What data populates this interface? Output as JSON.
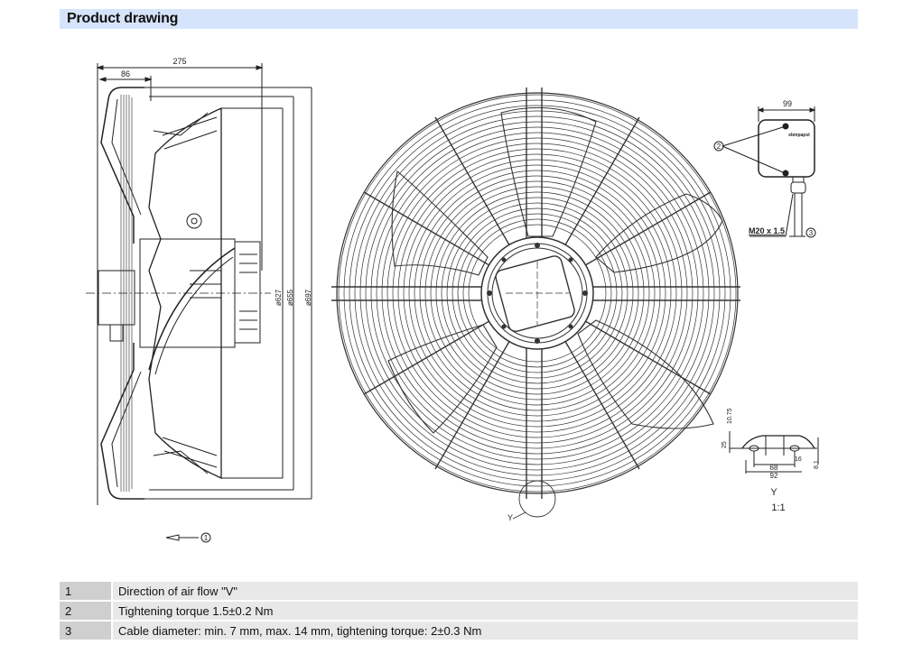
{
  "header": {
    "title": "Product drawing"
  },
  "side_view": {
    "dimensions": {
      "overall_depth": "275",
      "guard_depth": "86",
      "dia_inner": "ø627",
      "dia_mid": "ø655",
      "dia_outer": "ø697"
    },
    "airflow_callout": "1"
  },
  "front_view": {
    "detail_label": "Y"
  },
  "terminal_box": {
    "width": "99",
    "callout_torque": "2",
    "gland_label": "M20 x 1.5",
    "callout_cable": "3",
    "brand_mark": "ebmpapst"
  },
  "detail_y": {
    "dim_1075": "10.75",
    "dim_25": "25",
    "dim_16": "16",
    "dim_68": "68",
    "dim_92": "92",
    "dim_81": "8.1",
    "title": "Y",
    "scale": "1:1"
  },
  "legend": [
    {
      "num": "1",
      "text": "Direction of air flow \"V\""
    },
    {
      "num": "2",
      "text": "Tightening torque 1.5±0.2 Nm"
    },
    {
      "num": "3",
      "text": "Cable diameter: min. 7 mm, max. 14 mm, tightening torque: 2±0.3 Nm"
    }
  ]
}
